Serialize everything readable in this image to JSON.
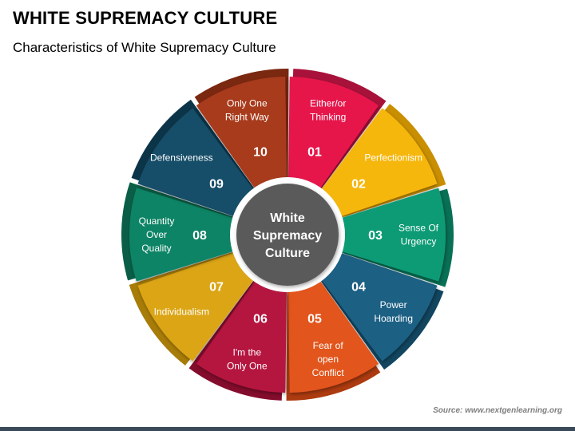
{
  "title": "WHITE SUPREMACY CULTURE",
  "subtitle": "Characteristics of White Supremacy Culture",
  "center_label": [
    "White",
    "Supremacy",
    "Culture"
  ],
  "source": "Source: www.nextgenlearning.org",
  "colors": {
    "center": "#5a5a5a",
    "ring_edge": "#e3e3e3"
  },
  "segments": [
    {
      "number": "01",
      "lines": [
        "Either/or",
        "Thinking"
      ],
      "color": "#e6194b",
      "dark": "#a8123a"
    },
    {
      "number": "02",
      "lines": [
        "Perfectionism"
      ],
      "color": "#f6b70f",
      "dark": "#c98f00"
    },
    {
      "number": "03",
      "lines": [
        "Sense Of",
        "Urgency"
      ],
      "color": "#0d9b75",
      "dark": "#087055"
    },
    {
      "number": "04",
      "lines": [
        "Power",
        "Hoarding"
      ],
      "color": "#1b6184",
      "dark": "#124660"
    },
    {
      "number": "05",
      "lines": [
        "Fear of",
        "open",
        "Conflict"
      ],
      "color": "#e2541d",
      "dark": "#ad3b10"
    },
    {
      "number": "06",
      "lines": [
        "I'm the",
        "Only One"
      ],
      "color": "#b5153f",
      "dark": "#840c2c"
    },
    {
      "number": "07",
      "lines": [
        "Individualism"
      ],
      "color": "#dba514",
      "dark": "#a87c08"
    },
    {
      "number": "08",
      "lines": [
        "Quantity",
        "Over",
        "Quality"
      ],
      "color": "#118465",
      "dark": "#0a5e47"
    },
    {
      "number": "09",
      "lines": [
        "Defensiveness"
      ],
      "color": "#134d68",
      "dark": "#0c3448"
    },
    {
      "number": "10",
      "lines": [
        "Only One",
        "Right Way"
      ],
      "color": "#a83a1b",
      "dark": "#7a2810"
    }
  ]
}
